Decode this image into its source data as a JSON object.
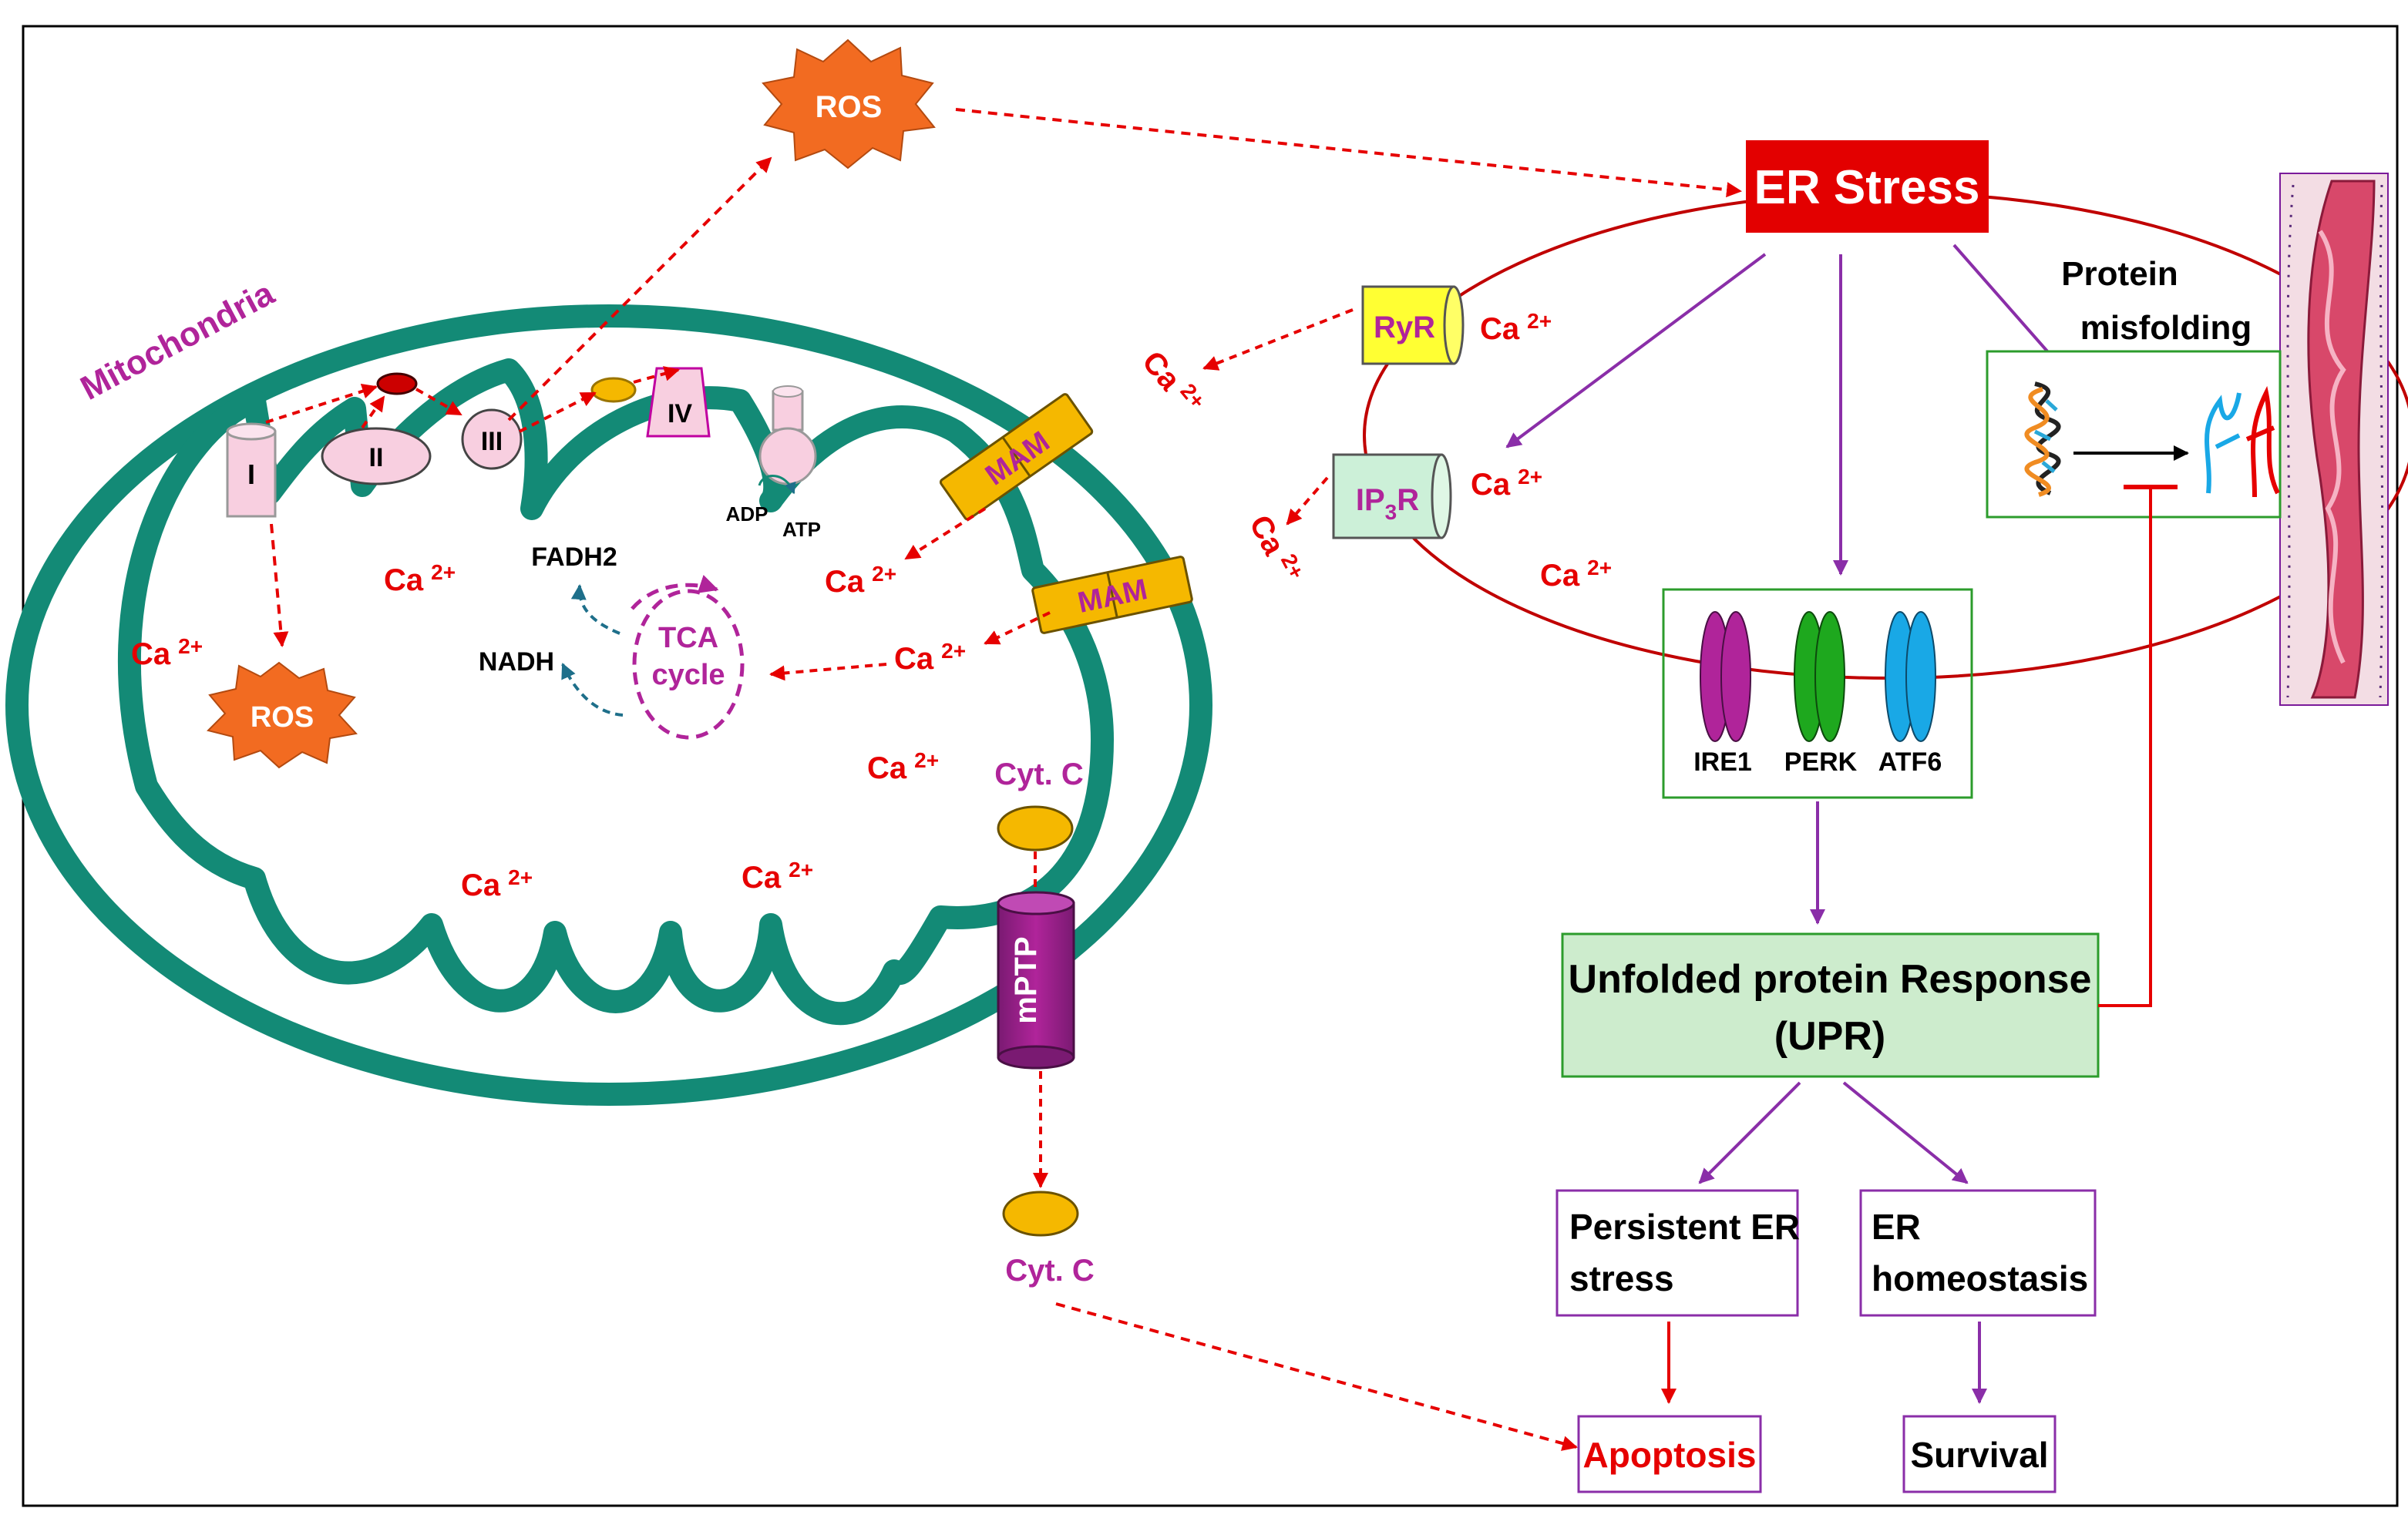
{
  "mitochondria": {
    "label": "Mitochondria",
    "complexes": [
      "I",
      "II",
      "III",
      "IV"
    ],
    "adp": "ADP",
    "atp": "ATP",
    "fadh2": "FADH2",
    "nadh": "NADH",
    "tca_line1": "TCA",
    "tca_line2": "cycle",
    "ros_inner": "ROS",
    "ros_top": "ROS",
    "mam": "MAM",
    "cytc_inside": "Cyt. C",
    "cytc_outside": "Cyt. C",
    "mptp": "mPTP"
  },
  "calcium": {
    "ca": "Ca",
    "charge": "2+"
  },
  "er": {
    "title": "ER Stress",
    "ryr": "RyR",
    "ip3r_main": "IP",
    "ip3r_sub": "3",
    "ip3r_end": "R",
    "protein_misfolding_line1": "Protein",
    "protein_misfolding_line2": "misfolding",
    "sensors": [
      "IRE1",
      "PERK",
      "ATF6"
    ]
  },
  "upr": {
    "line1": "Unfolded protein Response",
    "line2": "(UPR)"
  },
  "outcomes": {
    "persistent_line1": "Persistent ER",
    "persistent_line2": "stress",
    "homeostasis_line1": "ER",
    "homeostasis_line2": "homeostasis",
    "apoptosis": "Apoptosis",
    "survival": "Survival"
  },
  "colors": {
    "mito_green": "#138a76",
    "arrow_red": "#e60000",
    "purple": "#8a2ea8",
    "label_purple": "#b0249a",
    "er_red": "#c00000",
    "ros_orange": "#f26b21",
    "mam_gold": "#f5b800",
    "ryr_yellow": "#ffff33",
    "box_green": "#2c9c2c",
    "upr_fill": "#cdeccd"
  }
}
